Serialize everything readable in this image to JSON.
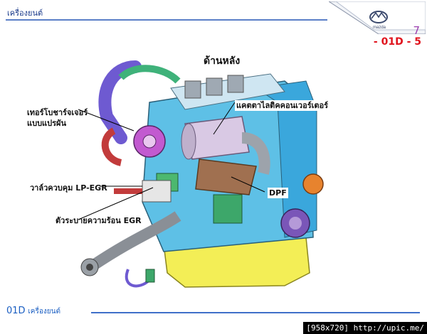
{
  "header": {
    "title": "เครื่องยนต์"
  },
  "logo": {
    "brand": "mazda"
  },
  "page": {
    "number": "7",
    "section_code": "- 01D - 5"
  },
  "diagram": {
    "view_title": "ด้านหลัง"
  },
  "labels": {
    "turbo_line1": "เทอร์โบชาร์จเจอร์",
    "turbo_line2": "แบบแปรผัน",
    "catalytic": "แคตตาไลติคคอนเวอร์เตอร์",
    "lp_egr_valve": "วาล์วควบคุม LP-EGR",
    "egr_cooler": "ตัวระบายความร้อน EGR",
    "dpf": "DPF"
  },
  "footer": {
    "code": "01D",
    "title": "เครื่องยนต์"
  },
  "watermark": "[958x720] http://upic.me/",
  "colors": {
    "header_blue": "#5b7fc7",
    "section_red": "#e0141e",
    "page_purple": "#9b3fb0"
  }
}
